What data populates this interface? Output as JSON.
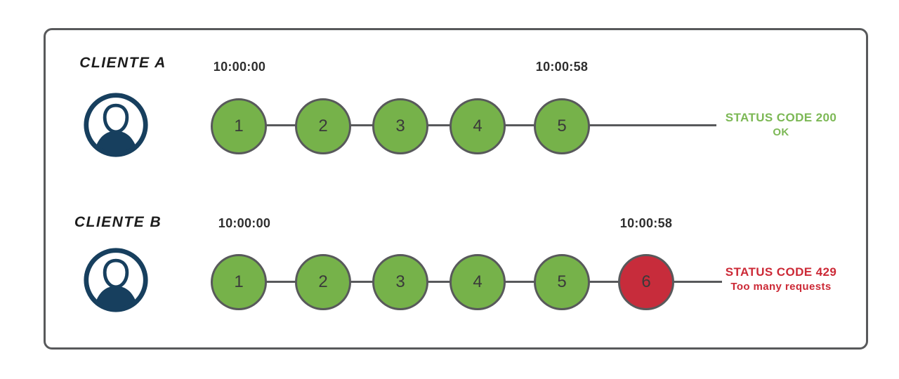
{
  "diagram": {
    "title": "rate-limit-comparison",
    "colors": {
      "request_ok": "#76B24A",
      "request_blocked": "#C72C3B",
      "outline_gray": "#58595B",
      "avatar_navy": "#173F5E",
      "status_ok_text": "#7CB855",
      "status_error_text": "#CC2936"
    },
    "rows": [
      {
        "client": "CLIENTE A",
        "start_time": "10:00:00",
        "end_time": "10:00:58",
        "requests": [
          {
            "label": "1",
            "state": "ok"
          },
          {
            "label": "2",
            "state": "ok"
          },
          {
            "label": "3",
            "state": "ok"
          },
          {
            "label": "4",
            "state": "ok"
          },
          {
            "label": "5",
            "state": "ok"
          }
        ],
        "status_line1": "STATUS CODE 200",
        "status_line2": "OK"
      },
      {
        "client": "CLIENTE B",
        "start_time": "10:00:00",
        "end_time": "10:00:58",
        "requests": [
          {
            "label": "1",
            "state": "ok"
          },
          {
            "label": "2",
            "state": "ok"
          },
          {
            "label": "3",
            "state": "ok"
          },
          {
            "label": "4",
            "state": "ok"
          },
          {
            "label": "5",
            "state": "ok"
          },
          {
            "label": "6",
            "state": "blocked"
          }
        ],
        "status_line1": "STATUS CODE 429",
        "status_line2": "Too many requests"
      }
    ]
  }
}
